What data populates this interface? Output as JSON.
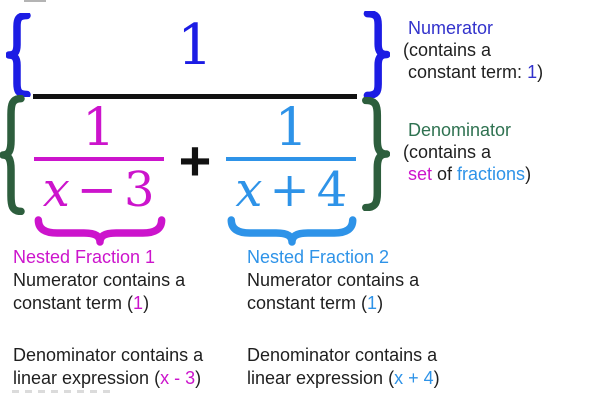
{
  "colors": {
    "math_blue": "#1c1ce4",
    "note_blue": "#3232cc",
    "magenta": "#cc14cc",
    "light_blue": "#2e93e8",
    "green": "#2d5e3d",
    "green_text": "#2f7251",
    "ink": "#1f1f1f",
    "bar_black": "#111111"
  },
  "math": {
    "outer_numerator": "1",
    "plus": "+",
    "nested1": {
      "numerator": "1",
      "denominator": {
        "variable": "x",
        "operator": "−",
        "constant": "3"
      }
    },
    "nested2": {
      "numerator": "1",
      "denominator": {
        "variable": "x",
        "operator": "+",
        "constant": "4"
      }
    }
  },
  "notes": {
    "numerator": {
      "title": "Numerator",
      "line2": "(contains a",
      "line3_prefix": "constant term: ",
      "line3_highlight": "1",
      "line3_suffix": ")"
    },
    "denominator": {
      "title": "Denominator",
      "line2": "(contains a",
      "line3_set": "set",
      "line3_of": " of ",
      "line3_fractions": "fractions",
      "line3_suffix": ")"
    },
    "nested1": {
      "title": "Nested Fraction 1",
      "para1_line1": "Numerator contains a",
      "para1_line2_prefix": "constant term (",
      "para1_line2_highlight": "1",
      "para1_line2_suffix": ")",
      "para2_line1": "Denominator contains a",
      "para2_line2_prefix": "linear expression (",
      "para2_line2_highlight": "x - 3",
      "para2_line2_suffix": ")"
    },
    "nested2": {
      "title": "Nested Fraction 2",
      "para1_line1": "Numerator contains a",
      "para1_line2_prefix": "constant term (",
      "para1_line2_highlight": "1",
      "para1_line2_suffix": ")",
      "para2_line1": "Denominator contains a",
      "para2_line2_prefix": "linear expression (",
      "para2_line2_highlight": "x + 4",
      "para2_line2_suffix": ")"
    }
  }
}
